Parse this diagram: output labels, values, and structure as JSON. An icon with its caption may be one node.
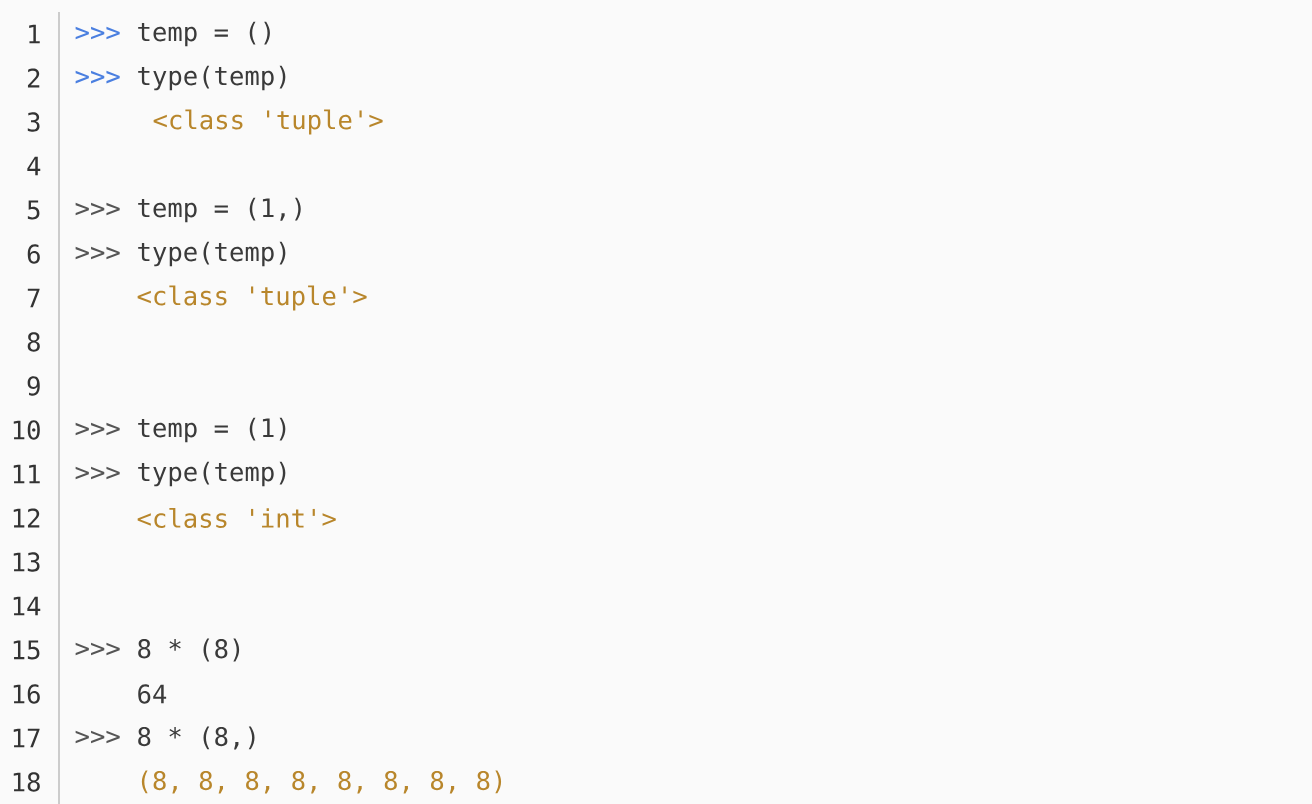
{
  "diagram": {
    "labels": [
      "1",
      ">>>",
      "temp = ()",
      "2",
      ">>>",
      "type(temp)",
      "3",
      "<class 'tuple'>",
      "4",
      "5",
      ">>>",
      "temp = (1,)",
      "6",
      ">>>",
      "type(temp)",
      "7",
      "<class 'tuple'>",
      "8",
      "9",
      "10",
      ">>>",
      "temp = (1)",
      "11",
      ">>>",
      "type(temp)",
      "12",
      "<class 'int'>",
      "13",
      "14",
      "15",
      ">>>",
      "8 * (8)",
      "16",
      "64",
      "17",
      ">>>",
      "8 * (8,)",
      "18",
      "(8, 8, 8, 8, 8, 8, 8, 8)"
    ]
  }
}
